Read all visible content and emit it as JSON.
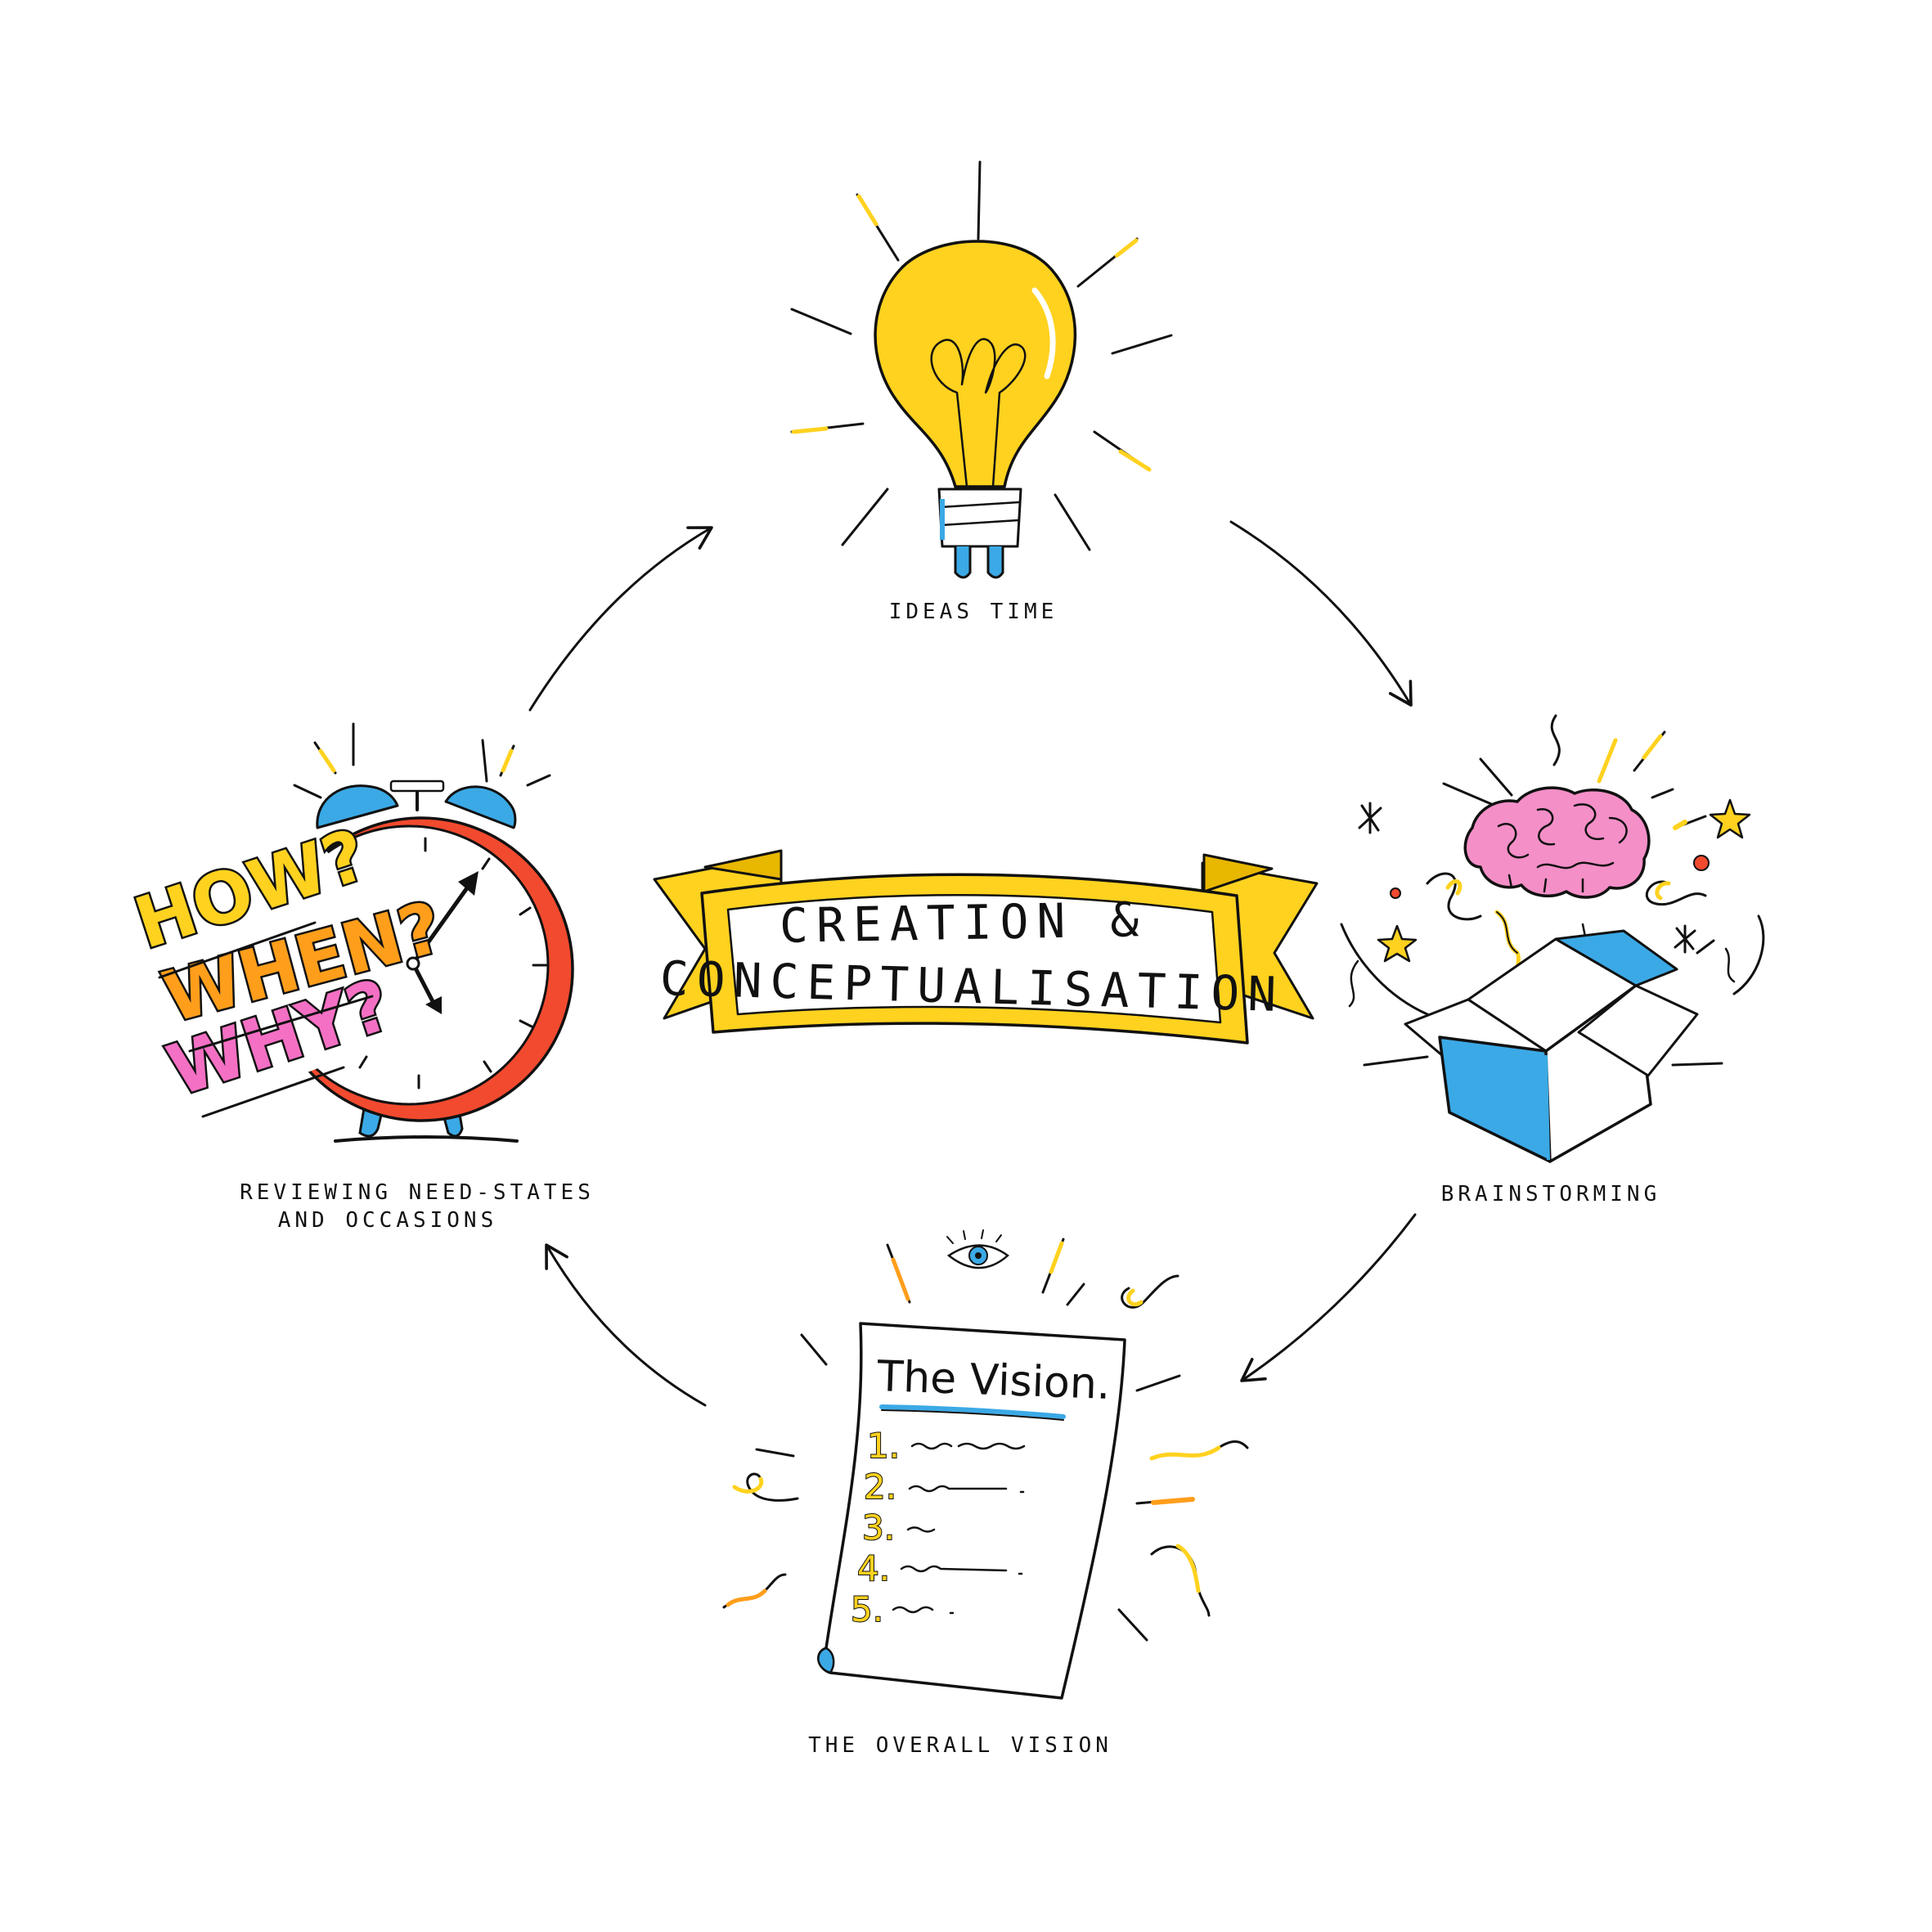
{
  "banner": {
    "line1": "CREATION &",
    "line2": "CONCEPTUALISATION"
  },
  "stages": {
    "ideas": {
      "label": "IDEAS TIME",
      "icon": "lightbulb-icon"
    },
    "brainstorming": {
      "label": "BRAINSTORMING",
      "icon": "brain-box-icon"
    },
    "vision": {
      "label": "THE OVERALL VISION",
      "icon": "vision-document-icon"
    },
    "reviewing": {
      "label_line1": "REVIEWING NEED-STATES",
      "label_line2": "AND OCCASIONS",
      "icon": "alarm-clock-icon"
    }
  },
  "clock_words": {
    "how": "HOW?",
    "when": "WHEN?",
    "why": "WHY?"
  },
  "vision_doc": {
    "title": "The Vision.",
    "numbers": [
      "1.",
      "2.",
      "3.",
      "4.",
      "5."
    ]
  },
  "colors": {
    "yellow": "#FFD21F",
    "orange": "#FF9E1B",
    "blue": "#3BA9E6",
    "red": "#F24A2E",
    "pink": "#F470C4",
    "ink": "#111111"
  }
}
